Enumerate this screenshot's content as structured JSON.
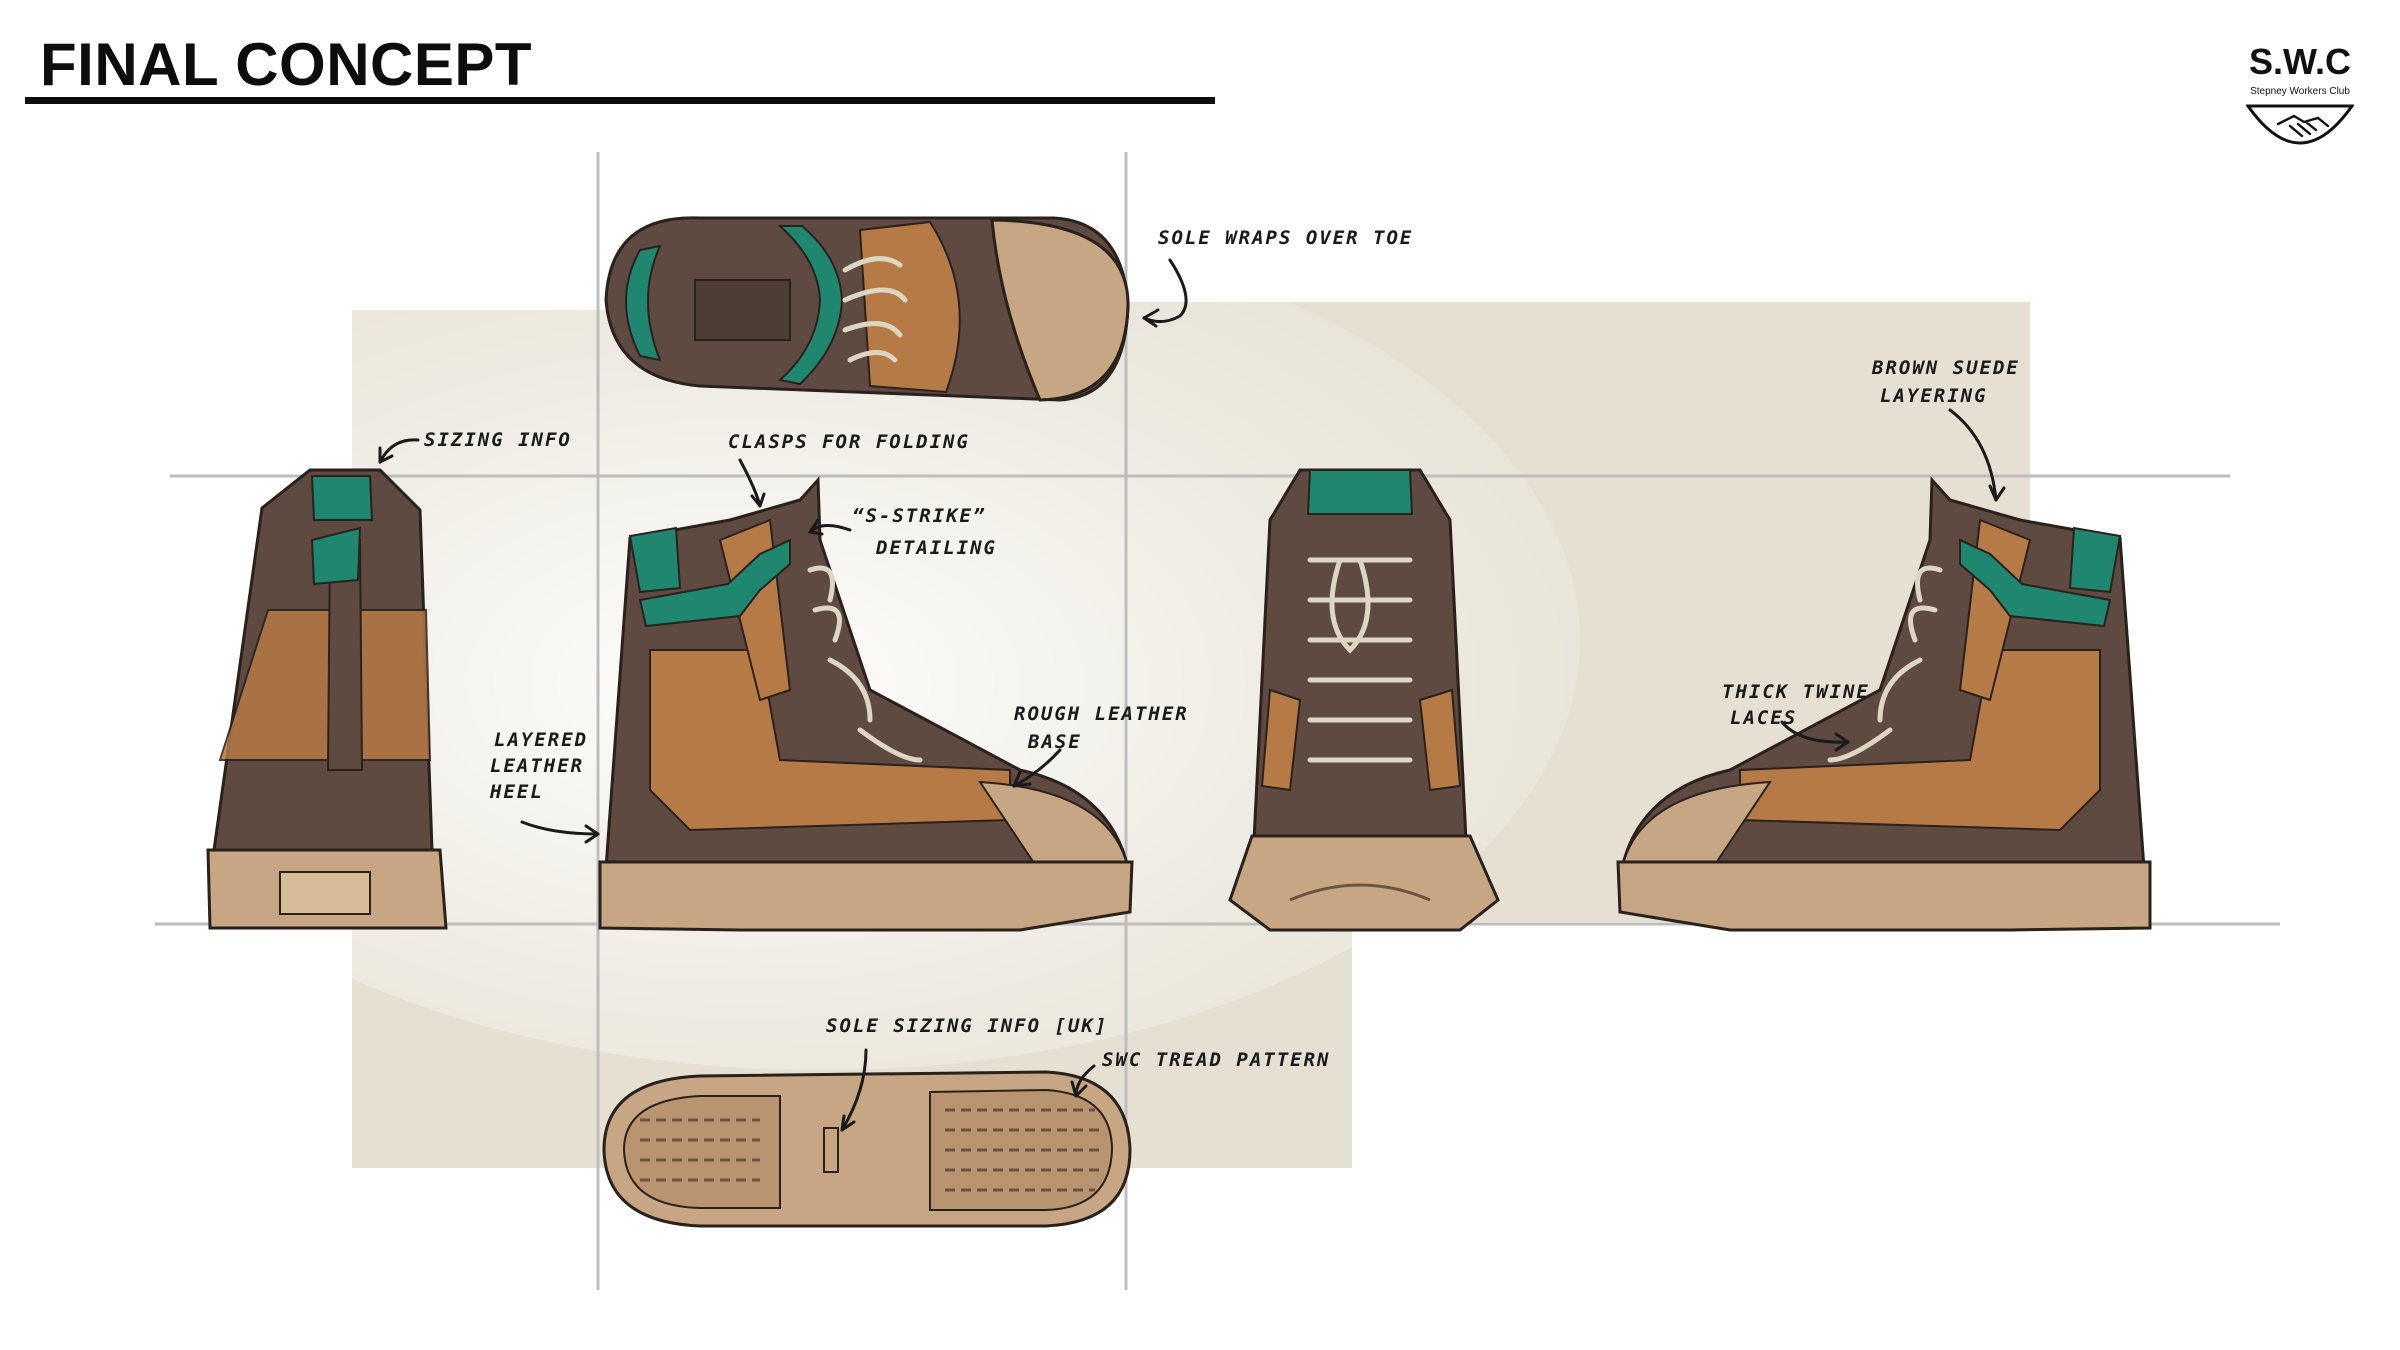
{
  "header": {
    "title": "FINAL CONCEPT"
  },
  "logo": {
    "mark": "S.W.C",
    "name": "Stepney Workers Club",
    "icon": "handshake-icon"
  },
  "palette": {
    "panel": "#e5e0d2",
    "dark_leather": "#5e4a40",
    "tan_leather": "#b57a45",
    "teal_accent": "#1f8670",
    "sole": "#c6a683",
    "laces": "#ddd6c2",
    "guide_lines": "#bdbdbd"
  },
  "annotations": {
    "sole_wraps": "SOLE WRAPS OVER TOE",
    "brown_suede_1": "BROWN SUEDE",
    "brown_suede_2": "LAYERING",
    "sizing_info": "SIZING INFO",
    "clasps": "CLASPS FOR FOLDING",
    "s_strike_1": "“S-STRIKE”",
    "s_strike_2": "DETAILING",
    "layered_1": "LAYERED",
    "layered_2": "LEATHER",
    "layered_3": "HEEL",
    "rough_1": "ROUGH LEATHER",
    "rough_2": "BASE",
    "thick_1": "THICK TWINE",
    "thick_2": "LACES",
    "sole_sizing": "SOLE SIZING INFO [UK]",
    "tread": "SWC TREAD PATTERN"
  }
}
